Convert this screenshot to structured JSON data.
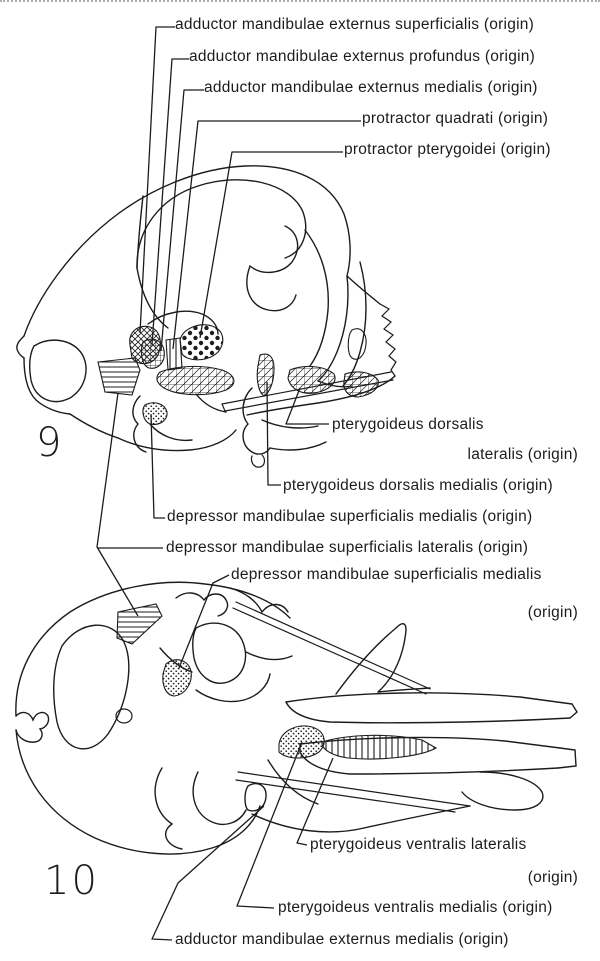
{
  "page": {
    "background_color": "#ffffff",
    "ink_color": "#1c1c1c",
    "description_keys": {
      "fig9": "lateral view of skull with muscle origin areas",
      "fig10": "ventral view of skull with muscle origin areas"
    }
  },
  "figures": {
    "fig9_number": "9",
    "fig10_number": "10"
  },
  "labels": {
    "adductor_superficialis": "adductor mandibulae externus superficialis (origin)",
    "adductor_profundus": "adductor mandibulae externus profundus (origin)",
    "adductor_medialis_top": "adductor mandibulae externus medialis (origin)",
    "protractor_quadrati": "protractor quadrati (origin)",
    "protractor_pterygoidei": "protractor pterygoidei (origin)",
    "pterygoideus_dorsalis_lateralis_line1": "pterygoideus dorsalis",
    "pterygoideus_dorsalis_lateralis_line2": "lateralis (origin)",
    "pterygoideus_dorsalis_medialis": "pterygoideus dorsalis medialis (origin)",
    "depressor_superficialis_medialis_fig9": "depressor mandibulae superficialis medialis (origin)",
    "depressor_superficialis_lateralis": "depressor mandibulae superficialis lateralis (origin)",
    "depressor_superficialis_medialis_fig10_line1": "depressor mandibulae superficialis medialis",
    "depressor_superficialis_medialis_fig10_line2": "(origin)",
    "pterygoideus_ventralis_lateralis_line1": "pterygoideus ventralis lateralis",
    "pterygoideus_ventralis_lateralis_line2": "(origin)",
    "pterygoideus_ventralis_medialis": "pterygoideus ventralis medialis (origin)",
    "adductor_medialis_bottom": "adductor mandibulae externus medialis (origin)"
  }
}
